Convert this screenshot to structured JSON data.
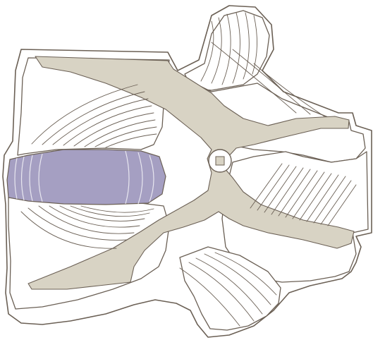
{
  "colors": {
    "background": "#ffffff",
    "outline": "#6b6055",
    "ligament": "#d8d3c4",
    "disc": "#a59fc2"
  },
  "parts": [
    "upper-vertebra",
    "lower-vertebra",
    "intervertebral-disc",
    "posterior-longitudinal-ligament",
    "ligamentum-flavum",
    "spinous-process-upper",
    "spinous-process-lower",
    "facet-joint"
  ]
}
